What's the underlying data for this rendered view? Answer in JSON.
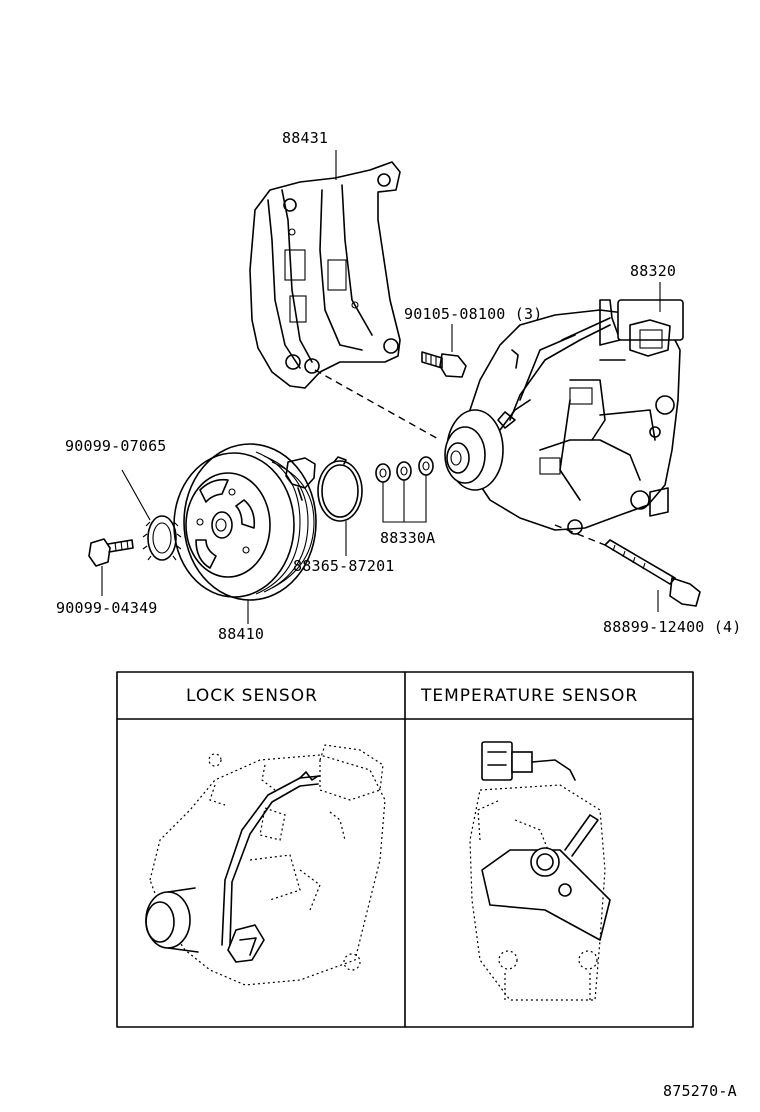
{
  "labels": {
    "bracket": "88431",
    "compressor": "88320",
    "bracket_bolt": "90105-08100 (3)",
    "washer": "90099-07065",
    "bolt": "90099-04349",
    "pulley": "88410",
    "snap_ring": "88365-87201",
    "shims": "88330A",
    "mount_bolt": "88899-12400 (4)"
  },
  "table": {
    "col1_header": "LOCK SENSOR",
    "col2_header": "TEMPERATURE SENSOR"
  },
  "figure_code": "875270-A"
}
